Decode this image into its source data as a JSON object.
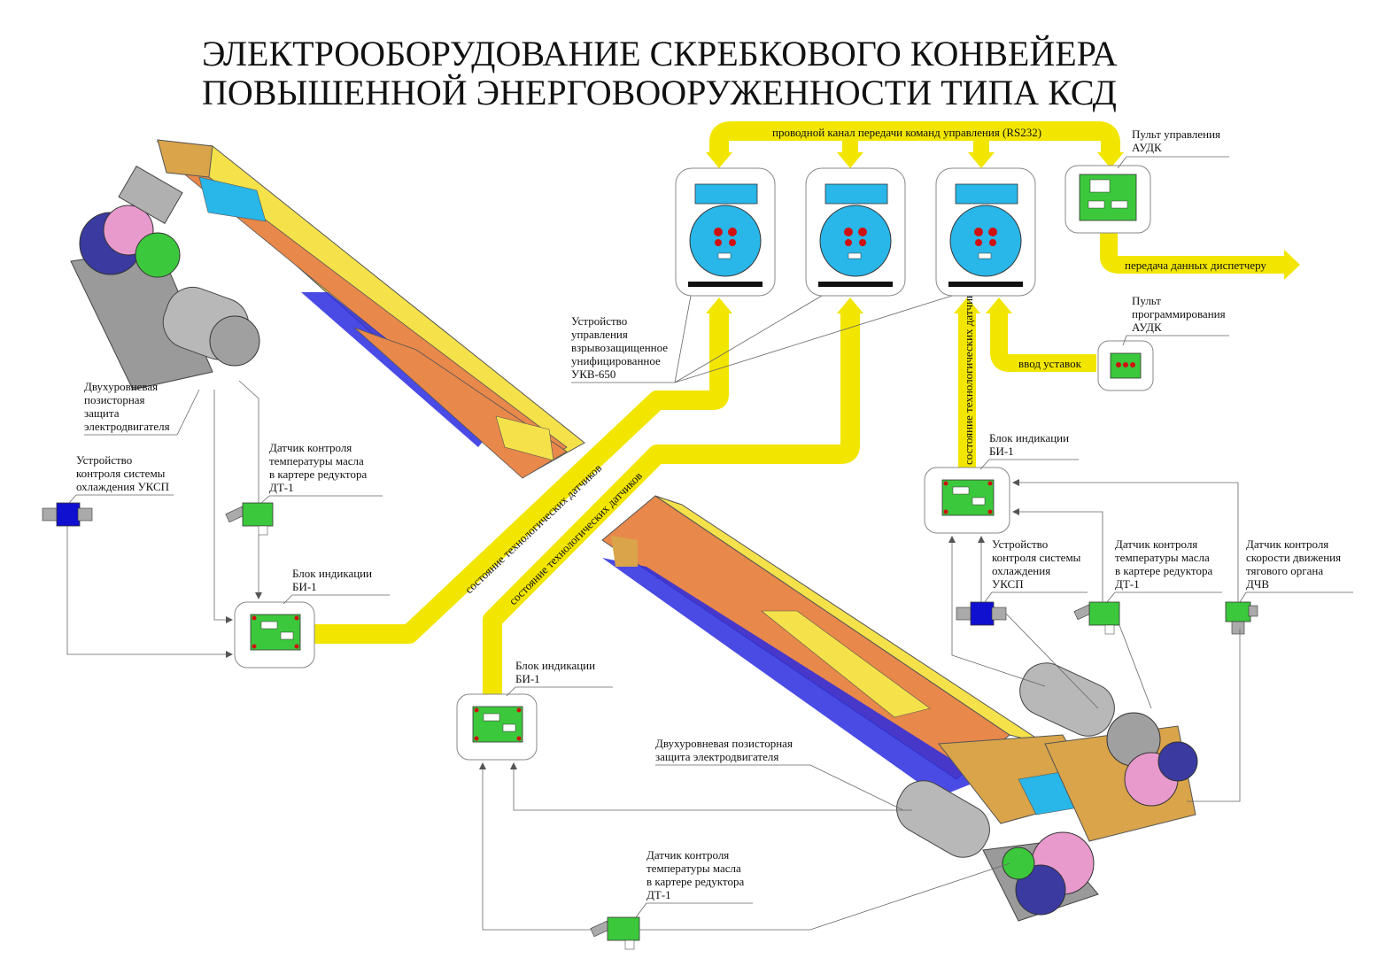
{
  "title": {
    "line1": "ЭЛЕКТРООБОРУДОВАНИЕ СКРЕБКОВОГО КОНВЕЙЕРА",
    "line2": "ПОВЫШЕННОЙ ЭНЕРГОВООРУЖЕННОСТИ ТИПА КСД"
  },
  "bands": {
    "rs232": "проводной канал передачи команд управления (RS232)",
    "dispatcher": "передача данных диспетчеру",
    "settings": "ввод уставок",
    "sensors_1": "состояние технологических датчиков",
    "sensors_2": "состояние технологических датчиков",
    "sensors_3": "состояние технологических датчиков"
  },
  "labels": {
    "audk_panel": [
      "Пульт управления",
      "АУДК"
    ],
    "audk_prog": [
      "Пульт",
      "программирования",
      "АУДК"
    ],
    "ukv": [
      "Устройство",
      "управления",
      "взрывозащищенное",
      "унифицированное",
      "УКВ-650"
    ],
    "left_protect": [
      "Двухуровневая",
      "позисторная",
      "защита",
      "электродвигателя"
    ],
    "left_ukcp": [
      "Устройство",
      "контроля системы",
      "охлаждения УКСП"
    ],
    "left_dt": [
      "Датчик контроля",
      "температуры масла",
      "в картере редуктора",
      "ДТ-1"
    ],
    "left_bi": [
      "Блок индикации",
      "БИ-1"
    ],
    "mid_bi": [
      "Блок индикации",
      "БИ-1"
    ],
    "right_bi": [
      "Блок индикации",
      "БИ-1"
    ],
    "right_ukcp": [
      "Устройство",
      "контроля системы",
      "охлаждения",
      "УКСП"
    ],
    "right_dt": [
      "Датчик контроля",
      "температуры масла",
      "в картере редуктора",
      "ДТ-1"
    ],
    "right_dchv": [
      "Датчик контроля",
      "скорости движения",
      "тягового органа",
      "ДЧВ"
    ],
    "bottom_protect": [
      "Двухуровневая позисторная",
      "защита электродвигателя"
    ],
    "bottom_dt": [
      "Датчик контроля",
      "температуры масла",
      "в картере редуктора",
      "ДТ-1"
    ]
  },
  "colors": {
    "band": "#f2e600",
    "enclosure": "#29b6e8",
    "indicator": "#3cc83c",
    "ukcp": "#1010d0",
    "conveyor_orange": "#e8884a",
    "conveyor_yellow": "#f5e24a",
    "conveyor_blue": "#2a2ae0",
    "frame": "#d9a44a"
  }
}
